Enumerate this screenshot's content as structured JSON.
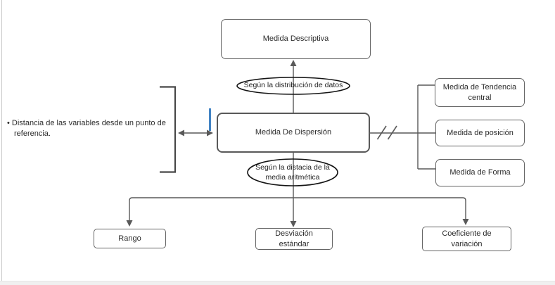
{
  "diagram": {
    "title_node": "Medida Descriptiva",
    "nodes": {
      "descriptiva": {
        "label": "Medida Descriptiva"
      },
      "dispersion": {
        "label": "Medida De Dispersión"
      },
      "tendencia_central": {
        "label": "Medida de Tendencia central"
      },
      "posicion": {
        "label": "Medida de posición"
      },
      "forma": {
        "label": "Medida de Forma"
      },
      "rango": {
        "label": "Rango"
      },
      "desviacion_estandar": {
        "label": "Desviación estándar"
      },
      "coeficiente_variacion": {
        "label": "Coeficiente de variación"
      }
    },
    "connector_labels": {
      "top": "Según la distribución de datos",
      "bottom": "Según la distacia  de la media aritmética"
    },
    "note": "• Distancia de las variables desde un punto de referencia.",
    "colors": {
      "connector_line": "#595959",
      "box_border": "#646464",
      "ellipse_border": "#141414",
      "blue_marker": "#4384c4",
      "page_edge": "#c9c9c9"
    }
  }
}
